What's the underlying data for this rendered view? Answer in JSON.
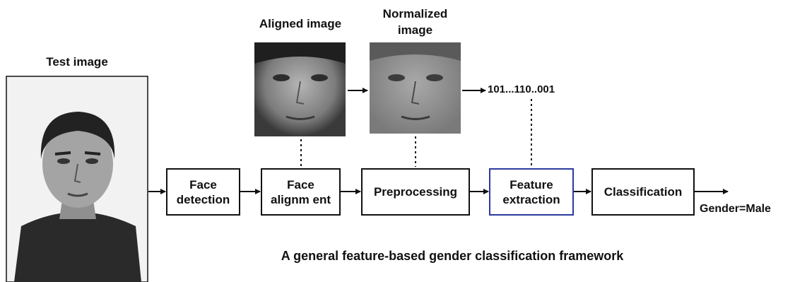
{
  "labels": {
    "test_image": "Test image",
    "aligned_image": "Aligned image",
    "normalized_image": "Normalized\nimage",
    "binary_code": "101...110..001",
    "output": "Gender=Male",
    "caption": "A general feature-based gender classification framework"
  },
  "steps": [
    {
      "id": "face-detection",
      "label": "Face\ndetection"
    },
    {
      "id": "face-alignment",
      "label": "Face\nalignm ent"
    },
    {
      "id": "preprocessing",
      "label": "Preprocessing"
    },
    {
      "id": "feature-extraction",
      "label": "Feature\nextraction",
      "highlight": true
    },
    {
      "id": "classification",
      "label": "Classification"
    }
  ],
  "colors": {
    "text": "#111111",
    "highlight_border": "#2c3a9e",
    "photo_gray": "#8a8a8a"
  }
}
